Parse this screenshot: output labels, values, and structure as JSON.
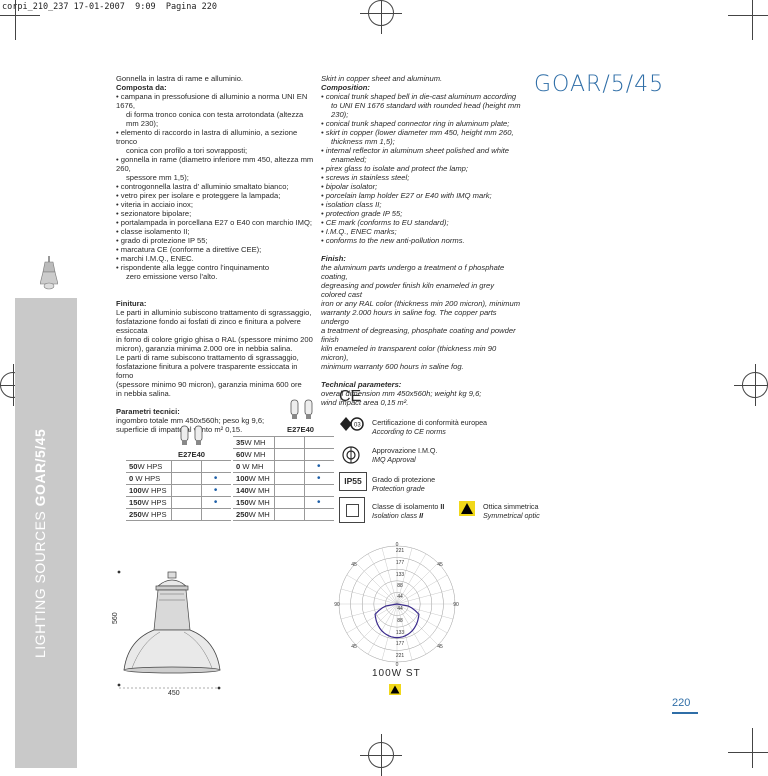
{
  "header": {
    "file": "corpi_210_237",
    "date": "17-01-2007",
    "time": "9:09",
    "page_label": "Pagina 220"
  },
  "product_title": "GOAR/5/45",
  "sidebar": {
    "prefix": "LIGHTING SOURCES ",
    "product": "GOAR/5/45"
  },
  "it_text": {
    "intro": "Gonnella in lastra di rame e alluminio.",
    "composition_heading": "Composta da:",
    "composition_items": [
      "• campana in pressofusione di alluminio a norma UNI EN 1676,",
      "di forma tronco conica con testa arrotondata (altezza mm 230);",
      "• elemento di raccordo in lastra di alluminio, a sezione tronco",
      "conica con profilo a tori sovrapposti;",
      "• gonnella in rame (diametro inferiore mm 450, altezza mm 260,",
      "spessore mm 1,5);",
      "• controgonnella lastra d' alluminio smaltato bianco;",
      "• vetro pirex per isolare e proteggere la lampada;",
      "• viteria in acciaio inox;",
      "• sezionatore bipolare;",
      "• portalampada in porcellana E27 o E40 con marchio IMQ;",
      "• classe isolamento II;",
      "• grado di protezione IP 55;",
      "• marcatura CE (conforme a direttive CEE);",
      "• marchi I.M.Q., ENEC.",
      "• rispondente alla legge contro l'inquinamento",
      "zero emissione verso l'alto."
    ],
    "finish_heading": "Finitura:",
    "finish_lines": [
      "Le parti in alluminio subiscono trattamento di sgrassaggio,",
      "fosfatazione fondo ai fosfati di zinco e finitura a polvere essiccata",
      "in forno di colore grigio ghisa o RAL (spessore minimo 200",
      "micron), garanzia minima 2.000 ore in nebbia salina.",
      "Le parti di rame subiscono trattamento di sgrassaggio,",
      "fosfatazione finitura a polvere trasparente essiccata in forno",
      "(spessore minimo 90 micron), garanzia minima 600 ore",
      "in nebbia salina."
    ],
    "tech_heading": "Parametri tecnici:",
    "tech_lines": [
      "ingombro totale mm 450x560h; peso kg 9,6;",
      "superficie di impatto al vento m² 0,15."
    ]
  },
  "en_text": {
    "intro": "Skirt in copper sheet and aluminum.",
    "composition_heading": "Composition:",
    "composition_items": [
      "• conical trunk shaped bell in die-cast aluminum according",
      "to UNI EN 1676 standard with rounded head (height mm 230);",
      "• conical trunk shaped connector ring in aluminum plate;",
      "• skirt in copper (lower diameter mm 450, height mm 260,",
      "thickness mm 1,5);",
      "• internal reflector in aluminum sheet polished and white",
      "enameled;",
      "• pirex glass to isolate and protect the lamp;",
      "• screws in stainless steel;",
      "• bipolar isolator;",
      "• porcelain lamp holder E27 or E40 with IMQ mark;",
      "• isolation class II;",
      "• protection grade IP 55;",
      "• CE mark (conforms to EU standard);",
      "• I.M.Q., ENEC marks;",
      "• conforms to the new anti-pollution norms."
    ],
    "finish_heading": "Finish:",
    "finish_lines": [
      "the aluminum parts undergo a treatment o f phosphate coating,",
      "degreasing and powder finish kiln enameled in grey colored cast",
      "iron or any RAL color (thickness min 200 micron), minimum",
      "warranty 2.000 hours in saline fog. The copper parts undergo",
      "a treatment of degreasing, phosphate coating and powder finish",
      "kiln enameled in transparent color (thickness min 90 micron),",
      "minimum warranty 600 hours in saline fog."
    ],
    "tech_heading": "Technical parameters:",
    "tech_lines": [
      "overall dimension mm 450x560h; weight kg 9,6;",
      "wind impact area 0,15 m²."
    ]
  },
  "hps_table": {
    "socket_header": "E27E40",
    "rows": [
      {
        "watt": "50",
        "unit": "W HPS",
        "e27": false,
        "e40": false
      },
      {
        "watt": "0",
        "unit": " W HPS",
        "e27": false,
        "e40": true
      },
      {
        "watt": "100",
        "unit": "W HPS",
        "e27": false,
        "e40": true
      },
      {
        "watt": "150",
        "unit": "W HPS",
        "e27": false,
        "e40": true
      },
      {
        "watt": "250",
        "unit": "W HPS",
        "e27": false,
        "e40": false
      }
    ]
  },
  "mh_table": {
    "socket_header": "E27E40",
    "rows": [
      {
        "watt": "35",
        "unit": "W MH",
        "e27": false,
        "e40": false
      },
      {
        "watt": "60",
        "unit": "W MH",
        "e27": false,
        "e40": false
      },
      {
        "watt": "0",
        "unit": "  W MH",
        "e27": false,
        "e40": true
      },
      {
        "watt": "100",
        "unit": "W MH",
        "e27": false,
        "e40": true
      },
      {
        "watt": "140",
        "unit": "W MH",
        "e27": false,
        "e40": false
      },
      {
        "watt": "150",
        "unit": "W MH",
        "e27": false,
        "e40": true
      },
      {
        "watt": "250",
        "unit": "W MH",
        "e27": false,
        "e40": false
      }
    ]
  },
  "certifications": {
    "ce_mark": "CE",
    "ce_it": "Certificazione di conformità europea",
    "ce_en": "According to CE norms",
    "imq_it": "Approvazione I.M.Q.",
    "imq_en": "IMQ Approval",
    "ip_label": "IP55",
    "ip_it": "Grado di protezione",
    "ip_en": "Protection grade",
    "class_it_prefix": "Classe di isolamento ",
    "class_value": "II",
    "class_en_prefix": "Isolation class ",
    "optic_it": "Ottica simmetrica",
    "optic_en": "Symmetrical optic"
  },
  "drawing": {
    "width_label": "450",
    "height_label": "560"
  },
  "polar": {
    "lamp_label": "100W ST",
    "top_angle": "0",
    "side_angles": [
      "45",
      "45",
      "90",
      "90",
      "45",
      "45",
      "0"
    ],
    "radial_labels": [
      "221",
      "177",
      "133",
      "88",
      "44",
      "44",
      "88",
      "133",
      "177",
      "221"
    ]
  },
  "page_number": "220",
  "accent_color": "#2f6ea7"
}
